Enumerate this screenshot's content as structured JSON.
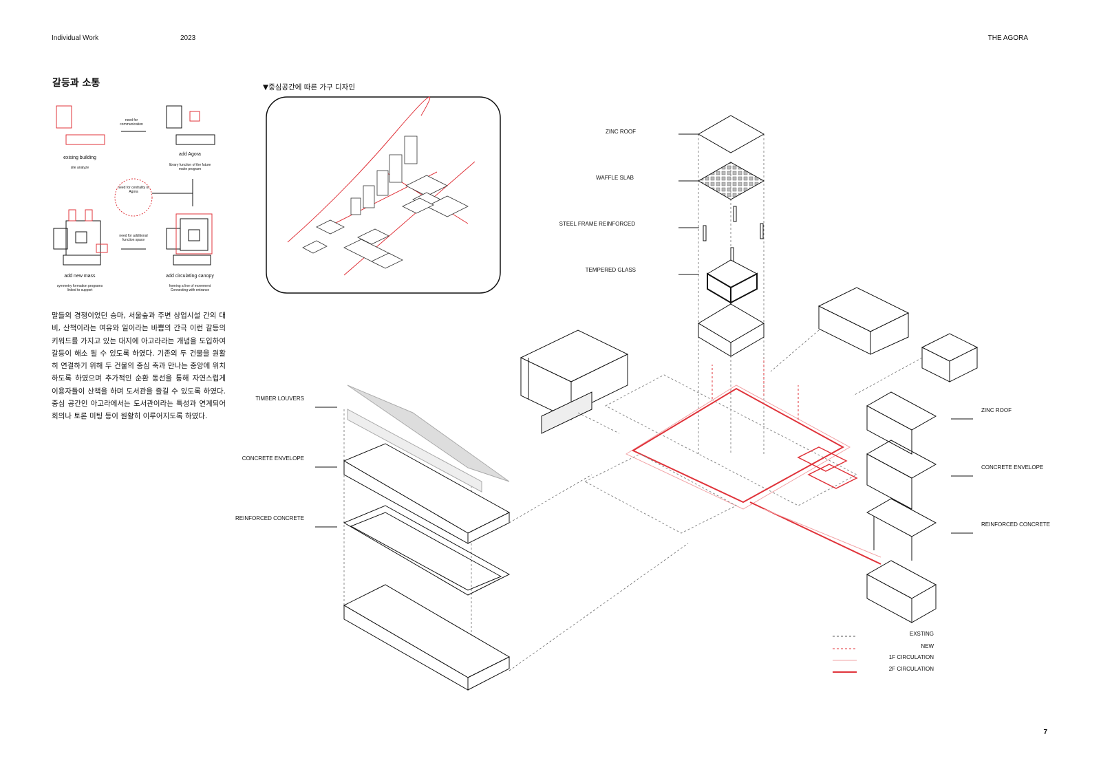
{
  "header": {
    "left": "Individual Work",
    "year": "2023",
    "right": "THE AGORA"
  },
  "section_title": "갈등과 소통",
  "concept": {
    "need_for_communication": "need for communication",
    "existing_building": "exising building",
    "site_analyze": "site analyze",
    "add_agora": "add Agora",
    "add_agora_sub": "library function of the future make program",
    "need_centrality": "need for centrality of Agora",
    "need_additional": "need for additional function space",
    "add_new_mass": "add new mass",
    "add_new_mass_sub": "symmetry formation programs linked to support",
    "add_canopy": "add circulating canopy",
    "add_canopy_sub": "forming a line of movement Connecting with entrance"
  },
  "paragraph": "말들의 경쟁이었던 승마, 서울숲과 주변 상업시설 간의 대비, 산책이라는 여유와 일이라는 바쁨의 간극 이런 갈등의 키워드를 가지고 있는 대지에 아고라라는 개념을 도입하여 갈등이 해소 될 수 있도록 하였다. 기존의 두 건물을 원활히 연결하기 위해 두 건물의 중심 축과 만나는 중앙에 위치하도록 하였으며 추가적인 순환 동선을 통해 자연스럽게 이용자들이 산책을 하며 도서관을 즐길 수 있도록 하였다. 중심 공간인 아고라에서는 도서관이라는 특성과 연계되어 회의나 토론 미팅 등이 원활히 이루어지도록 하였다.",
  "furniture_caption": "▼중심공간에 따른 가구 디자인",
  "labels_center": {
    "zinc_roof": "ZINC ROOF",
    "waffle_slab": "WAFFLE SLAB",
    "steel_frame": "STEEL FRAME REINFORCED",
    "tempered_glass": "TEMPERED GLASS"
  },
  "labels_left": {
    "timber_louvers": "TIMBER LOUVERS",
    "concrete_envelope": "CONCRETE ENVELOPE",
    "reinforced_concrete": "REINFORCED CONCRETE"
  },
  "labels_right": {
    "zinc_roof": "ZINC ROOF",
    "concrete_envelope": "CONCRETE ENVELOPE",
    "reinforced_concrete": "REINFORCED CONCRETE"
  },
  "legend": {
    "existing": "EXSTING",
    "new": "NEW",
    "circ_1f": "1F CIRCULATION",
    "circ_2f": "2F CIRCULATION"
  },
  "colors": {
    "accent_red": "#e0333a",
    "light_red": "#f2a3a6",
    "ink": "#111111"
  },
  "page_number": "7"
}
